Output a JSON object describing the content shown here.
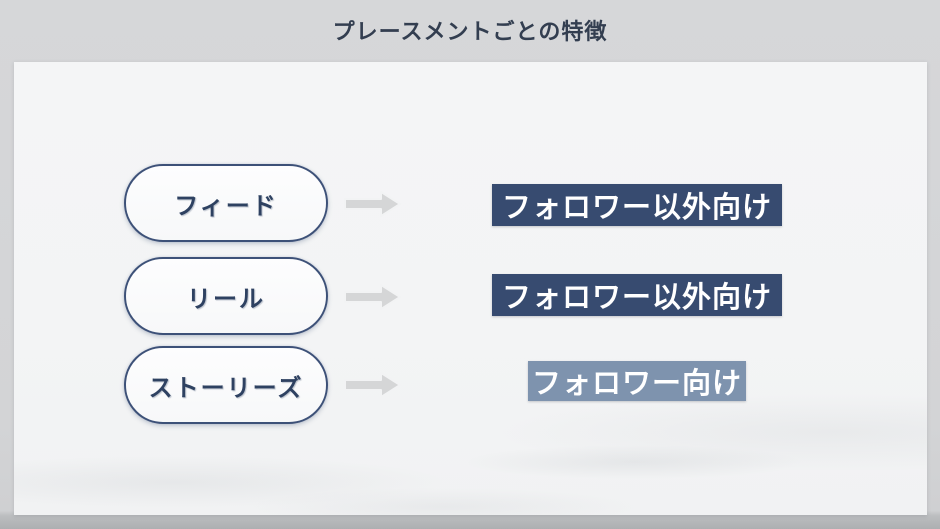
{
  "slide": {
    "title": "プレースメントごとの特徴"
  },
  "rows": [
    {
      "placement": "フィード",
      "audience": "フォロワー以外向け",
      "audience_bg": "#374b70"
    },
    {
      "placement": "リール",
      "audience": "フォロワー以外向け",
      "audience_bg": "#374b70"
    },
    {
      "placement": "ストーリーズ",
      "audience": "フォロワー向け",
      "audience_bg": "#7e93ae"
    }
  ],
  "icons": {
    "arrow": "right-arrow-icon"
  },
  "colors": {
    "audience_dark_navy": "#374b70",
    "audience_light_blue": "#7e93ae",
    "pill_border_navy": "#3d5178",
    "pill_text_navy": "#2e4161",
    "title_text": "#333e50",
    "arrow_fill": "#d5d6d7",
    "card_background": "#f3f4f5",
    "page_background": "#d4d5d7"
  }
}
